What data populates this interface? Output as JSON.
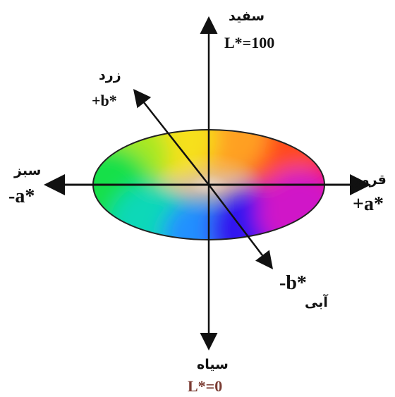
{
  "labels": {
    "white_fa": "سفید",
    "white_value": "L*=100",
    "yellow_fa": "زرد",
    "yellow_axis": "+b*",
    "green_fa": "سبز",
    "green_axis": "-a*",
    "red_fa": "قرمز",
    "red_axis": "+a*",
    "blue_axis": "-b*",
    "blue_fa": "آبی",
    "black_fa": "سیاه",
    "black_value": "L*=0"
  },
  "colors": {
    "axis": "#111111",
    "black_value_text": "#7a3b32",
    "gamut": [
      "#ff0000",
      "#ffff00",
      "#00ff00",
      "#00ffff",
      "#0000ff",
      "#ff00ff"
    ]
  }
}
